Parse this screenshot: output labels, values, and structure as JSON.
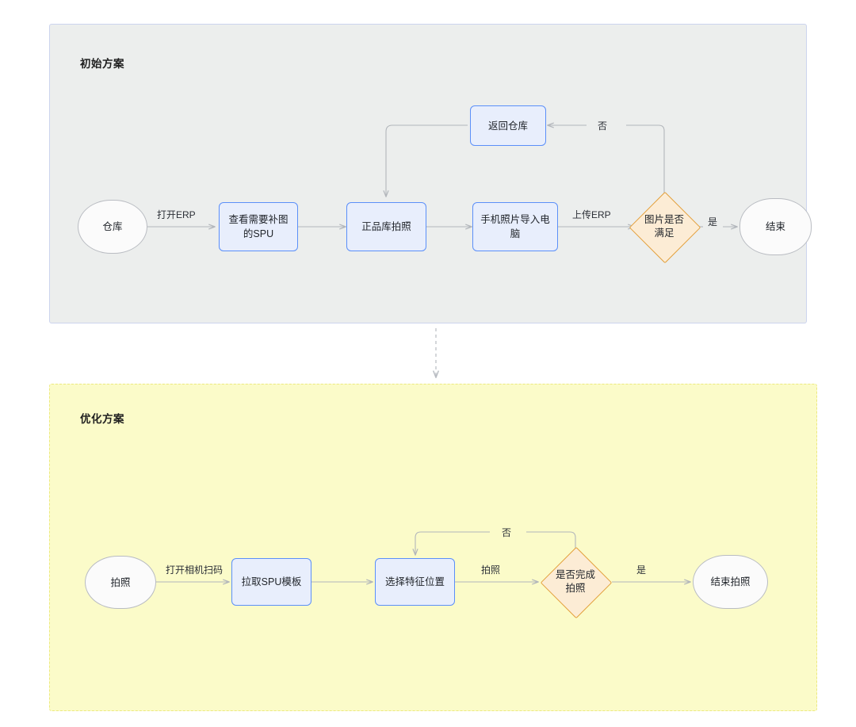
{
  "diagram": {
    "title_initial": "初始方案",
    "title_optimized": "优化方案"
  },
  "panels": [
    {
      "id": "initial",
      "title": "初始方案",
      "background": "#eceeed",
      "border": "#ccd4ee",
      "nodes": [
        {
          "id": "warehouse",
          "type": "terminal",
          "label": "仓库"
        },
        {
          "id": "view-spu",
          "type": "process",
          "label": "查看需要补图的SPU"
        },
        {
          "id": "photo-stock",
          "type": "process",
          "label": "正品库拍照"
        },
        {
          "id": "import-pc",
          "type": "process",
          "label": "手机照片导入电脑"
        },
        {
          "id": "return-wh",
          "type": "process",
          "label": "返回仓库"
        },
        {
          "id": "check-img",
          "type": "decision",
          "label_line1": "图片是否",
          "label_line2": "满足"
        },
        {
          "id": "end",
          "type": "terminal",
          "label": "结束"
        }
      ],
      "edges": [
        {
          "from": "warehouse",
          "to": "view-spu",
          "label": "打开ERP"
        },
        {
          "from": "view-spu",
          "to": "photo-stock",
          "label": ""
        },
        {
          "from": "photo-stock",
          "to": "import-pc",
          "label": ""
        },
        {
          "from": "import-pc",
          "to": "check-img",
          "label": "上传ERP"
        },
        {
          "from": "check-img",
          "to": "end",
          "label": "是"
        },
        {
          "from": "check-img",
          "to": "return-wh",
          "label": "否"
        },
        {
          "from": "return-wh",
          "to": "photo-stock",
          "label": ""
        }
      ]
    },
    {
      "id": "optimized",
      "title": "优化方案",
      "background": "#fbfbc9",
      "border": "#ece97f",
      "nodes": [
        {
          "id": "take-photo",
          "type": "terminal",
          "label": "拍照"
        },
        {
          "id": "pull-tpl",
          "type": "process",
          "label": "拉取SPU模板"
        },
        {
          "id": "select-pos",
          "type": "process",
          "label": "选择特征位置"
        },
        {
          "id": "done-photo",
          "type": "decision",
          "label_line1": "是否完成",
          "label_line2": "拍照"
        },
        {
          "id": "end-photo",
          "type": "terminal",
          "label": "结束拍照"
        }
      ],
      "edges": [
        {
          "from": "take-photo",
          "to": "pull-tpl",
          "label": "打开相机扫码"
        },
        {
          "from": "pull-tpl",
          "to": "select-pos",
          "label": ""
        },
        {
          "from": "select-pos",
          "to": "done-photo",
          "label": "拍照"
        },
        {
          "from": "done-photo",
          "to": "end-photo",
          "label": "是"
        },
        {
          "from": "done-photo",
          "to": "select-pos",
          "label": "否"
        }
      ]
    }
  ],
  "connector": {
    "style": "dashed-arrow-down",
    "label": ""
  },
  "colors": {
    "process_fill": "#e8eefc",
    "process_border": "#5b8ff9",
    "decision_fill": "#fcecd5",
    "decision_border": "#e3a03c",
    "terminal_fill": "#fbfbfb",
    "terminal_border": "#b9bcc2",
    "edge": "#b2b6bb"
  }
}
